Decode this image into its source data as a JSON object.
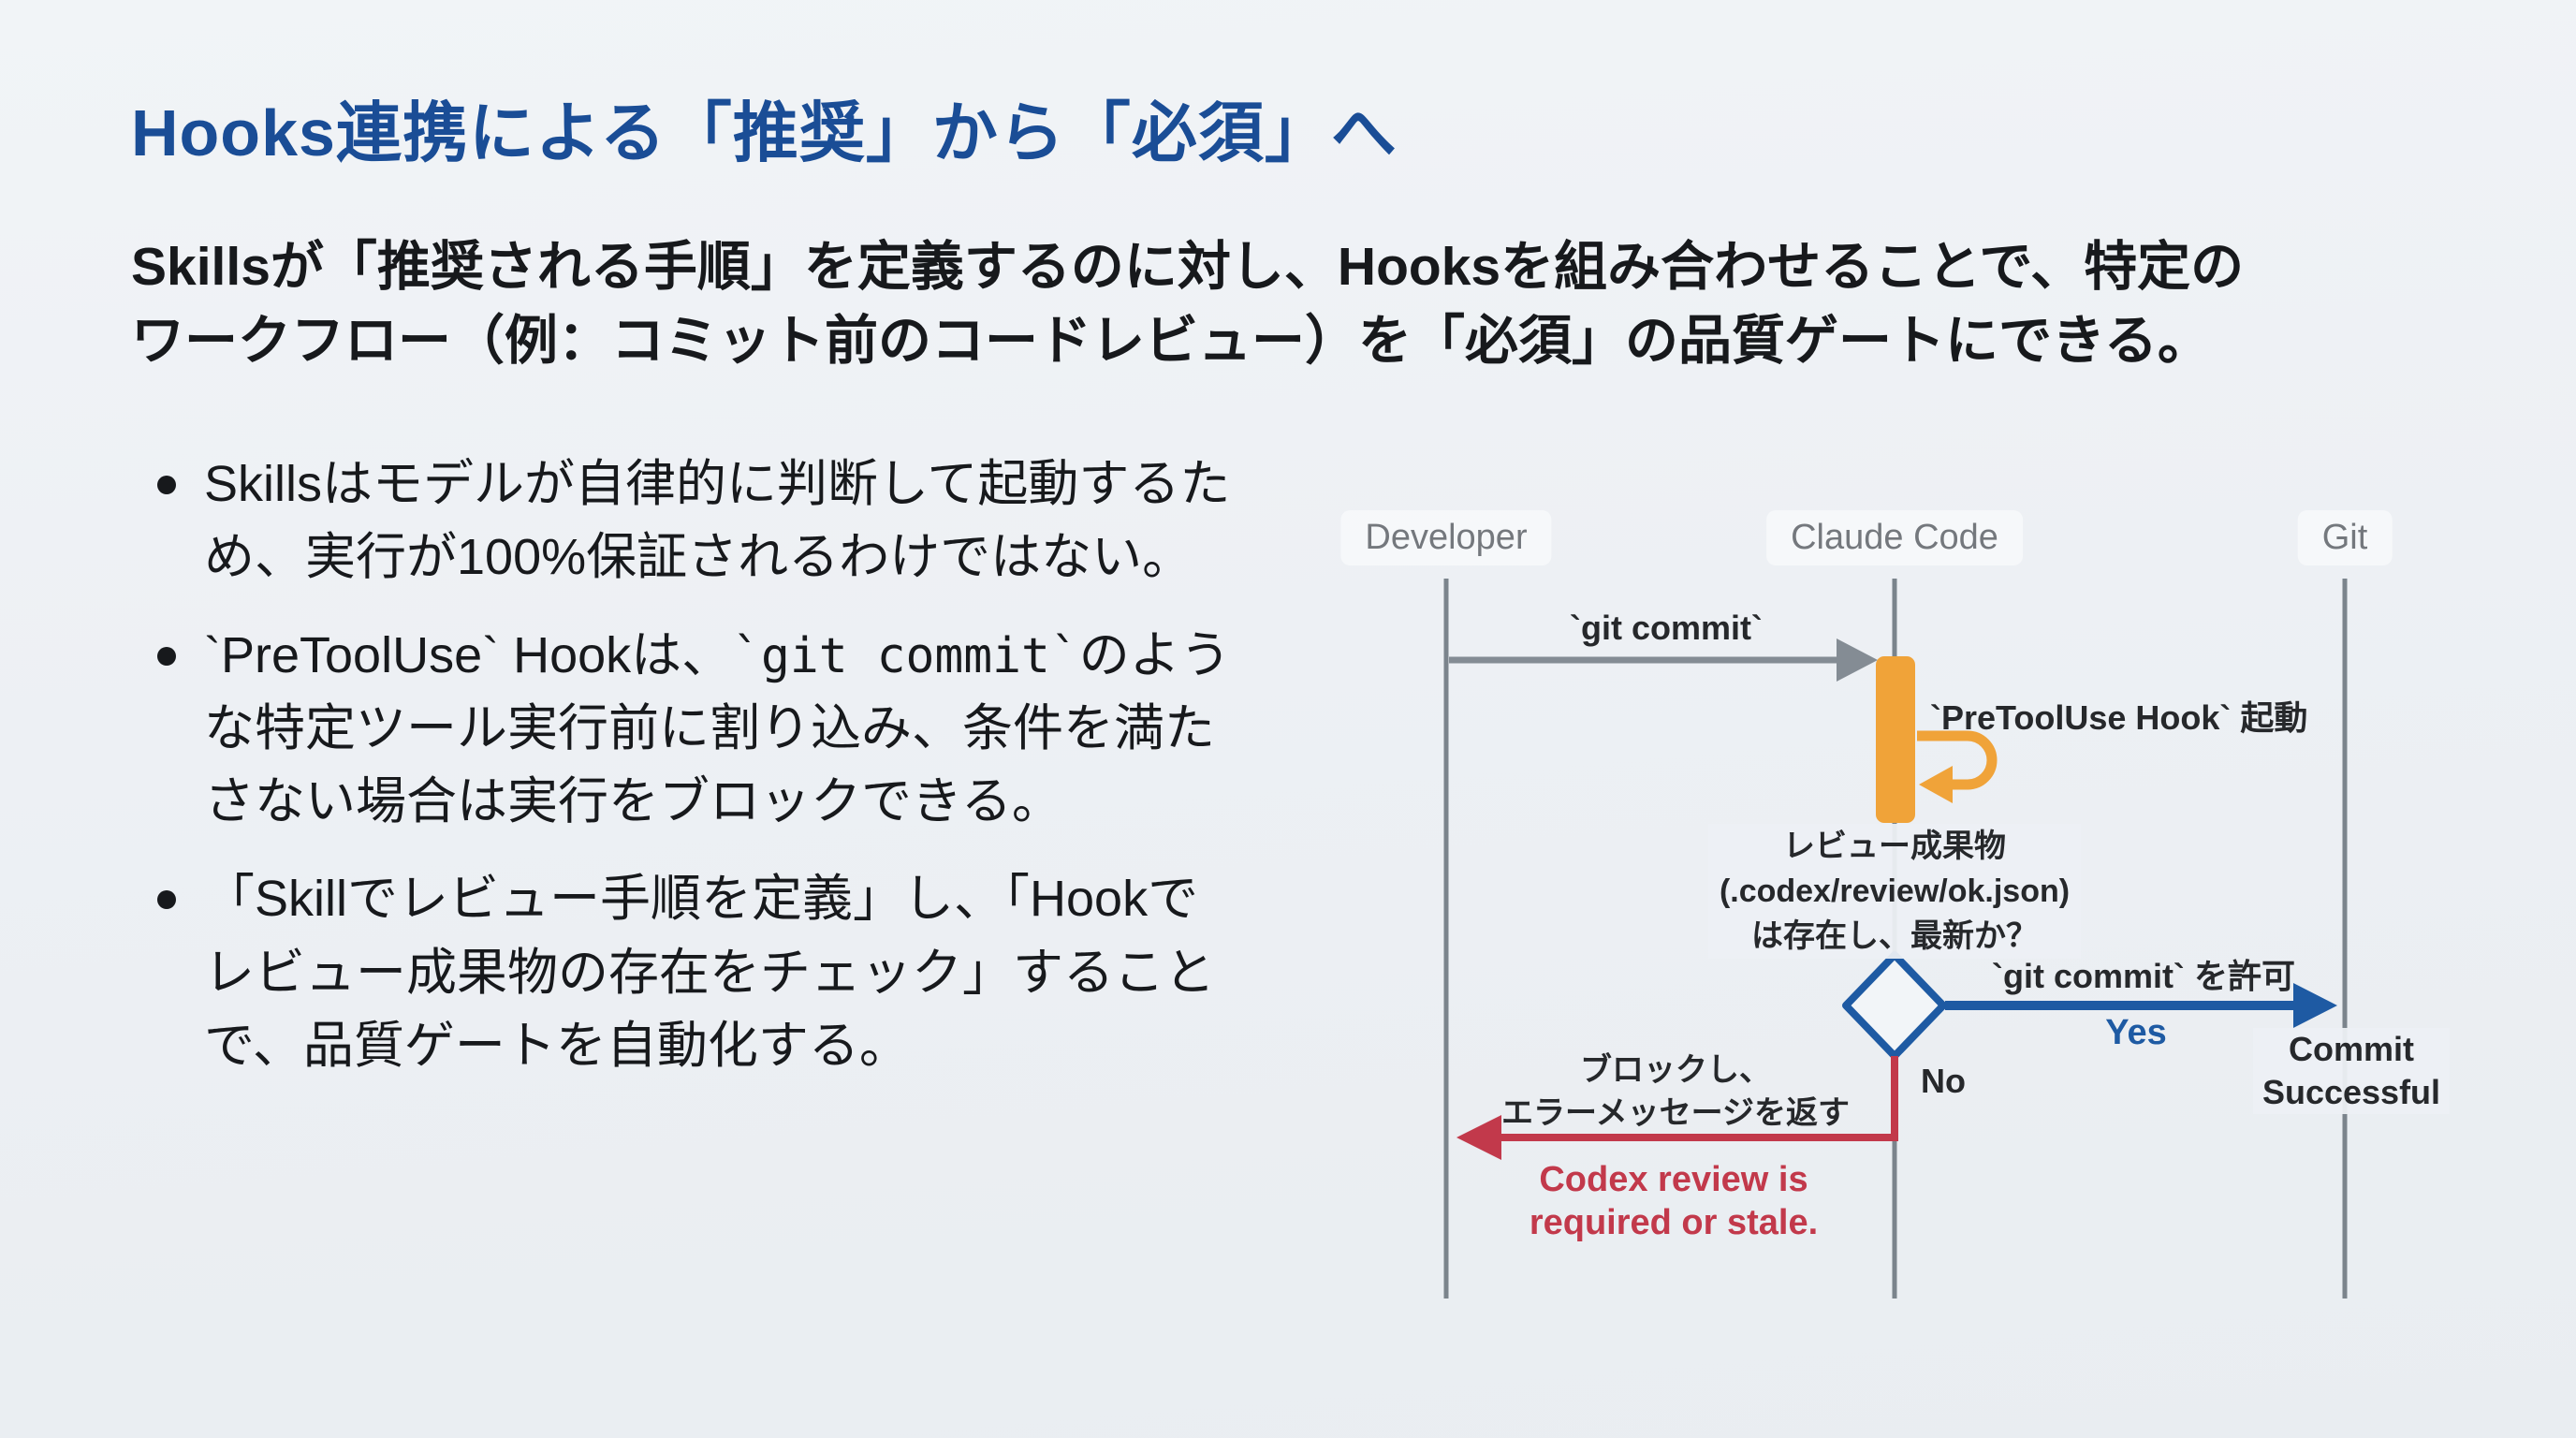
{
  "slide": {
    "title": "Hooks連携による「推奨」から「必須」へ",
    "subtitle_lines": [
      "Skillsが「推奨される手順」を定義するのに対し、Hooksを組み合わせることで、特定の",
      "ワークフロー（例：コミット前のコードレビュー）を「必須」の品質ゲートにできる。"
    ],
    "bullets": [
      {
        "segments": [
          {
            "code": false,
            "text": "Skillsはモデルが自律的に判断して起動するため、実行が100%保証されるわけではない。"
          }
        ]
      },
      {
        "segments": [
          {
            "code": false,
            "text": "`PreToolUse` Hookは、"
          },
          {
            "code": true,
            "text": "`git commit`"
          },
          {
            "code": false,
            "text": "のような特定ツール実行前に割り込み、条件を満たさない場合は実行をブロックできる。"
          }
        ]
      },
      {
        "segments": [
          {
            "code": false,
            "text": "「Skillでレビュー手順を定義」し、「Hookでレビュー成果物の存在をチェック」することで、品質ゲートを自動化する。"
          }
        ]
      }
    ]
  },
  "diagram": {
    "actors": {
      "developer": "Developer",
      "claude_code": "Claude Code",
      "git": "Git"
    },
    "commit_message_label": "`git commit`",
    "hook_label": "`PreToolUse Hook` 起動",
    "question_lines": [
      "レビュー成果物",
      "(.codex/review/ok.json)",
      "は存在し、最新か？"
    ],
    "allow_label": "`git commit` を許可",
    "yes_label": "Yes",
    "no_label": "No",
    "commit_success_lines": [
      "Commit",
      "Successful"
    ],
    "block_lines": [
      "ブロックし、",
      "エラーメッセージを返す"
    ],
    "error_lines": [
      "Codex review is",
      "required or stale."
    ],
    "colors": {
      "bg": "#edf0f4",
      "title_blue": "#1a4d96",
      "accent_blue": "#1e5aa3",
      "accent_orange": "#f0a339",
      "accent_red": "#c2394b",
      "gray_line": "#7b848c",
      "gray_arrow": "#848c94",
      "actor_text": "#74787d",
      "dark_text": "#26282b",
      "body_text": "#17191c"
    }
  }
}
